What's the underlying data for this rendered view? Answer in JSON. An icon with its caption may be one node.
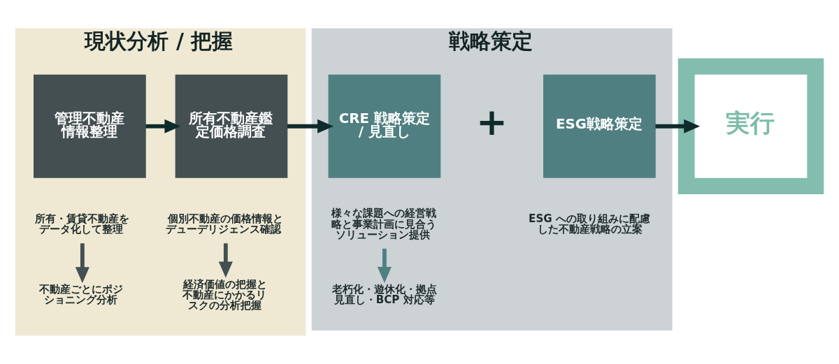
{
  "diagram": {
    "nodes": [
      {
        "text": [
          "現状分析 / 把握"
        ]
      },
      {
        "text": [
          "管理不動産情報整理"
        ],
        "in": 0
      },
      {
        "text": [
          "所有・賃貸不動産をデータ化して整理"
        ],
        "in": 0
      },
      {
        "text": [
          "不動産ごとにポジショニング分析"
        ],
        "in": 0
      },
      {
        "text": [
          "所有不動産鑑定価格調査"
        ],
        "in": 0
      },
      {
        "text": [
          "個別不動産の価格情報とデューデリジェンス確認"
        ],
        "in": 0
      },
      {
        "text": [
          "経済価値の把握と不動産にかかるリスクの分析把握"
        ],
        "in": 0
      },
      {
        "text": [
          "戦略策定"
        ]
      },
      {
        "text": [
          "CRE 戦略策定 / 見直し"
        ],
        "in": 7
      },
      {
        "text": [
          "様々な課題への経営戦略と事業計画に見合うソリューション提供"
        ],
        "in": 7
      },
      {
        "text": [
          "老朽化・遊休化・拠点見直し・BCP 対応等"
        ],
        "in": 7
      },
      {
        "text": [
          "ESG戦略策定"
        ],
        "in": 7,
        "beside": [
          "ESG への取り組みに配慮した不動産戦略の立案"
        ]
      },
      {
        "text": [],
        "shape": "box"
      },
      {
        "text": [
          "実行"
        ],
        "in": 12
      }
    ],
    "edges": [
      {
        "from": 1,
        "to": 4,
        "arrow": "to"
      },
      {
        "from": 4,
        "to": 8,
        "arrow": "to"
      },
      {
        "from": 11,
        "to": 13,
        "arrow": "to"
      },
      {
        "from": 2,
        "to": 3,
        "arrow": "to",
        "color": "#434f51"
      },
      {
        "from": 5,
        "to": 6,
        "arrow": "to",
        "color": "#434f51"
      },
      {
        "from": 9,
        "to": 10,
        "arrow": "to",
        "color": "#507f81"
      }
    ],
    "labels": [
      "+"
    ]
  }
}
